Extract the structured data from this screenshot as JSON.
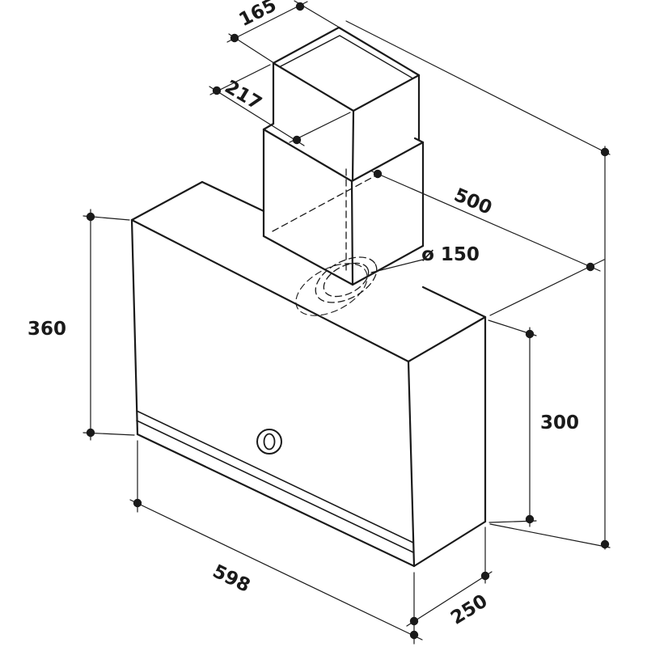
{
  "colors": {
    "background": "#ffffff",
    "line": "#1a1a1a"
  },
  "labels": {
    "chimney_top_width": "165",
    "chimney_top_depth": "217",
    "chimney_height": "500",
    "duct_diameter": "ø 150",
    "front_panel_height": "360",
    "rear_body_height": "300",
    "hood_width": "598",
    "hood_depth": "250"
  }
}
